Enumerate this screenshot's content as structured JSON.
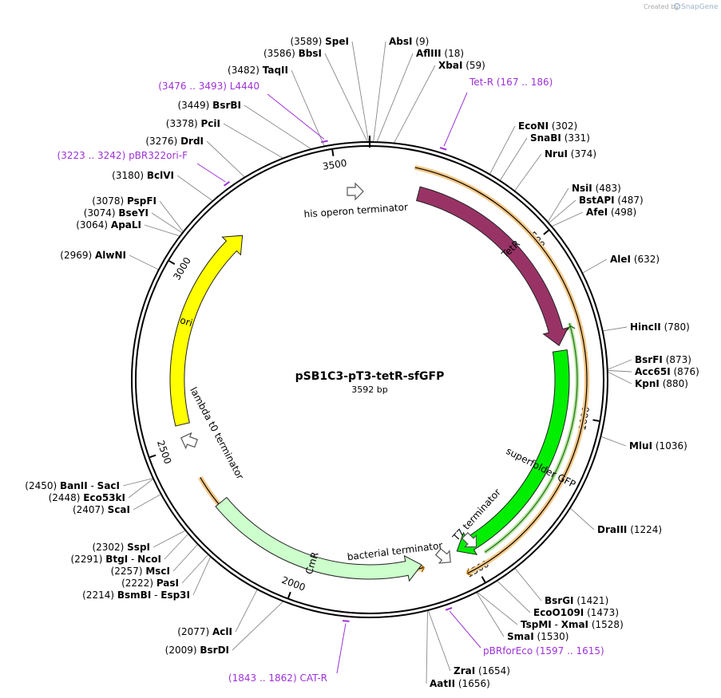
{
  "credit": {
    "created_by": "Created by",
    "logo_text": "SnapGene"
  },
  "plasmid": {
    "name": "pSB1C3-pT3-tetR-sfGFP",
    "length_label": "3592 bp",
    "length": 3592
  },
  "ticks": [
    {
      "pos": 500,
      "label": "500"
    },
    {
      "pos": 1000,
      "label": "1000"
    },
    {
      "pos": 1500,
      "label": "1500"
    },
    {
      "pos": 2000,
      "label": "2000"
    },
    {
      "pos": 2500,
      "label": "2500"
    },
    {
      "pos": 3000,
      "label": "3000"
    },
    {
      "pos": 3500,
      "label": "3500"
    }
  ],
  "features": [
    {
      "id": "tetr",
      "label": "TetR",
      "start": 146,
      "end": 796,
      "strand": 1,
      "color": "#993366",
      "text_color": "#ffffff"
    },
    {
      "id": "sfgfp",
      "label": "superfolder GFP",
      "start": 812,
      "end": 1527,
      "strand": 1,
      "color": "#00ee00",
      "text_color": "#000000"
    },
    {
      "id": "cmr",
      "label": "CmR",
      "start": 1640,
      "end": 2300,
      "strand": -1,
      "color": "#ccffcc",
      "text_color": "#000000"
    },
    {
      "id": "ori",
      "label": "ori",
      "start": 2560,
      "end": 3179,
      "strand": 1,
      "color": "#ffff00",
      "text_color": "#000000"
    }
  ],
  "terminators": [
    {
      "id": "his",
      "label": "his operon terminator",
      "pos": 3450
    },
    {
      "id": "t7",
      "label": "T7 terminator",
      "pos": 1430
    },
    {
      "id": "bact",
      "label": "bacterial terminator",
      "pos": 1580
    },
    {
      "id": "lambda",
      "label": "lambda t0 terminator",
      "pos": 2750
    }
  ],
  "orfs": [
    {
      "start": 120,
      "end": 1530,
      "strand": 1
    },
    {
      "start": 1635,
      "end": 2395,
      "strand": -1
    }
  ],
  "gfp_orf": {
    "start": 740,
    "end": 1460,
    "strand": 1
  },
  "primers": [
    {
      "label": "Tet-R",
      "range": "(167 .. 186)",
      "pos": 176
    },
    {
      "label": "L4440",
      "range": "(3476 .. 3493)",
      "pos": 3485
    },
    {
      "label": "pBR322ori-F",
      "range": "(3223 .. 3242)",
      "pos": 3232
    },
    {
      "label": "pBRforEco",
      "range": "(1597 .. 1615)",
      "pos": 1606
    },
    {
      "label": "CAT-R",
      "range": "(1843 .. 1862)",
      "pos": 1852
    }
  ],
  "sites": [
    {
      "name": "SpeI",
      "num": "(3589)",
      "pos": 3589
    },
    {
      "name": "BbsI",
      "num": "(3586)",
      "pos": 3586
    },
    {
      "name": "TaqII",
      "num": "(3482)",
      "pos": 3482
    },
    {
      "name": "BsrBI",
      "num": "(3449)",
      "pos": 3449
    },
    {
      "name": "PciI",
      "num": "(3378)",
      "pos": 3378
    },
    {
      "name": "DrdI",
      "num": "(3276)",
      "pos": 3276
    },
    {
      "name": "BclVI",
      "num": "(3180)",
      "pos": 3180
    },
    {
      "name": "PspFI",
      "num": "(3078)",
      "pos": 3078
    },
    {
      "name": "BseYI",
      "num": "(3074)",
      "pos": 3074
    },
    {
      "name": "ApaLI",
      "num": "(3064)",
      "pos": 3064
    },
    {
      "name": "AlwNI",
      "num": "(2969)",
      "pos": 2969
    },
    {
      "name": "AbsI",
      "num": "(9)",
      "pos": 9
    },
    {
      "name": "AflIII",
      "num": "(18)",
      "pos": 18
    },
    {
      "name": "XbaI",
      "num": "(59)",
      "pos": 59
    },
    {
      "name": "EcoNI",
      "num": "(302)",
      "pos": 302
    },
    {
      "name": "SnaBI",
      "num": "(331)",
      "pos": 331
    },
    {
      "name": "NruI",
      "num": "(374)",
      "pos": 374
    },
    {
      "name": "NsiI",
      "num": "(483)",
      "pos": 483
    },
    {
      "name": "BstAPI",
      "num": "(487)",
      "pos": 487
    },
    {
      "name": "AfeI",
      "num": "(498)",
      "pos": 498
    },
    {
      "name": "AleI",
      "num": "(632)",
      "pos": 632
    },
    {
      "name": "HincII",
      "num": "(780)",
      "pos": 780
    },
    {
      "name": "BsrFI",
      "num": "(873)",
      "pos": 873
    },
    {
      "name": "Acc65I",
      "num": "(876)",
      "pos": 876
    },
    {
      "name": "KpnI",
      "num": "(880)",
      "pos": 880
    },
    {
      "name": "MluI",
      "num": "(1036)",
      "pos": 1036
    },
    {
      "name": "DraIII",
      "num": "(1224)",
      "pos": 1224
    },
    {
      "name": "BsrGI",
      "num": "(1421)",
      "pos": 1421
    },
    {
      "name": "EcoO109I",
      "num": "(1473)",
      "pos": 1473
    },
    {
      "name": "TspMI - XmaI",
      "num": "(1528)",
      "pos": 1528
    },
    {
      "name": "SmaI",
      "num": "(1530)",
      "pos": 1530
    },
    {
      "name": "ZraI",
      "num": "(1654)",
      "pos": 1654
    },
    {
      "name": "AatII",
      "num": "(1656)",
      "pos": 1656
    },
    {
      "name": "AclI",
      "num": "(2077)",
      "pos": 2077
    },
    {
      "name": "BsrDI",
      "num": "(2009)",
      "pos": 2009
    },
    {
      "name": "BanII - SacI",
      "num": "(2450)",
      "pos": 2450
    },
    {
      "name": "Eco53kI",
      "num": "(2448)",
      "pos": 2448
    },
    {
      "name": "ScaI",
      "num": "(2407)",
      "pos": 2407
    },
    {
      "name": "SspI",
      "num": "(2302)",
      "pos": 2302
    },
    {
      "name": "BtgI - NcoI",
      "num": "(2291)",
      "pos": 2291
    },
    {
      "name": "MscI",
      "num": "(2257)",
      "pos": 2257
    },
    {
      "name": "PasI",
      "num": "(2222)",
      "pos": 2222
    },
    {
      "name": "BsmBI - Esp3I",
      "num": "(2214)",
      "pos": 2214
    }
  ]
}
